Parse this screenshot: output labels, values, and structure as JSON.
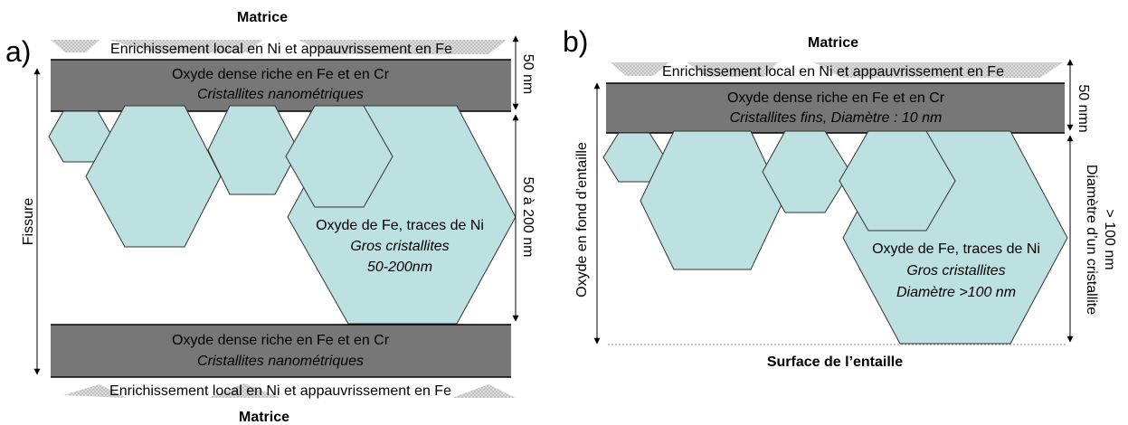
{
  "panel_a": {
    "label": "a)",
    "top_matrix": "Matrice",
    "bottom_matrix": "Matrice",
    "enrichment_top": "Enrichissement local en Ni et appauvrissement en Fe",
    "enrichment_bottom": "Enrichissement local en Ni et appauvrissement en Fe",
    "dense_top_line1": "Oxyde dense riche en Fe et en Cr",
    "dense_top_line2": "Cristallites nanométriques",
    "dense_bottom_line1": "Oxyde dense riche en Fe et en Cr",
    "dense_bottom_line2": "Cristallites nanométriques",
    "fe_oxide_line1": "Oxyde de Fe, traces de Ni",
    "fe_oxide_line2": "Gros cristallites",
    "fe_oxide_line3": "50-200nm",
    "left_dimension": "Fissure",
    "right_dim_dense": "50 nm",
    "right_dim_crystallites": "50 à 200 nm"
  },
  "panel_b": {
    "label": "b)",
    "top_matrix": "Matrice",
    "bottom_label": "Surface de l’entaille",
    "enrichment": "Enrichissement local en Ni et appauvrissement en Fe",
    "dense_line1": "Oxyde dense riche en Fe et en Cr",
    "dense_line2": "Cristallites fins, Diamètre : 10 nm",
    "fe_oxide_line1": "Oxyde de Fe, traces de Ni",
    "fe_oxide_line2": "Gros cristallites",
    "fe_oxide_line3": "Diamètre >100 nm",
    "left_dimension": "Oxyde en fond d’entaille",
    "right_dim_dense": "50 nmn",
    "right_dim_crystallite_line1": "> 100 nm",
    "right_dim_crystallite_line2": "Diamètre d’un cristallite"
  },
  "colors": {
    "dense_oxide": "#777777",
    "crystallite": "#bde0e1",
    "enrichment": "#d8d8d8"
  }
}
